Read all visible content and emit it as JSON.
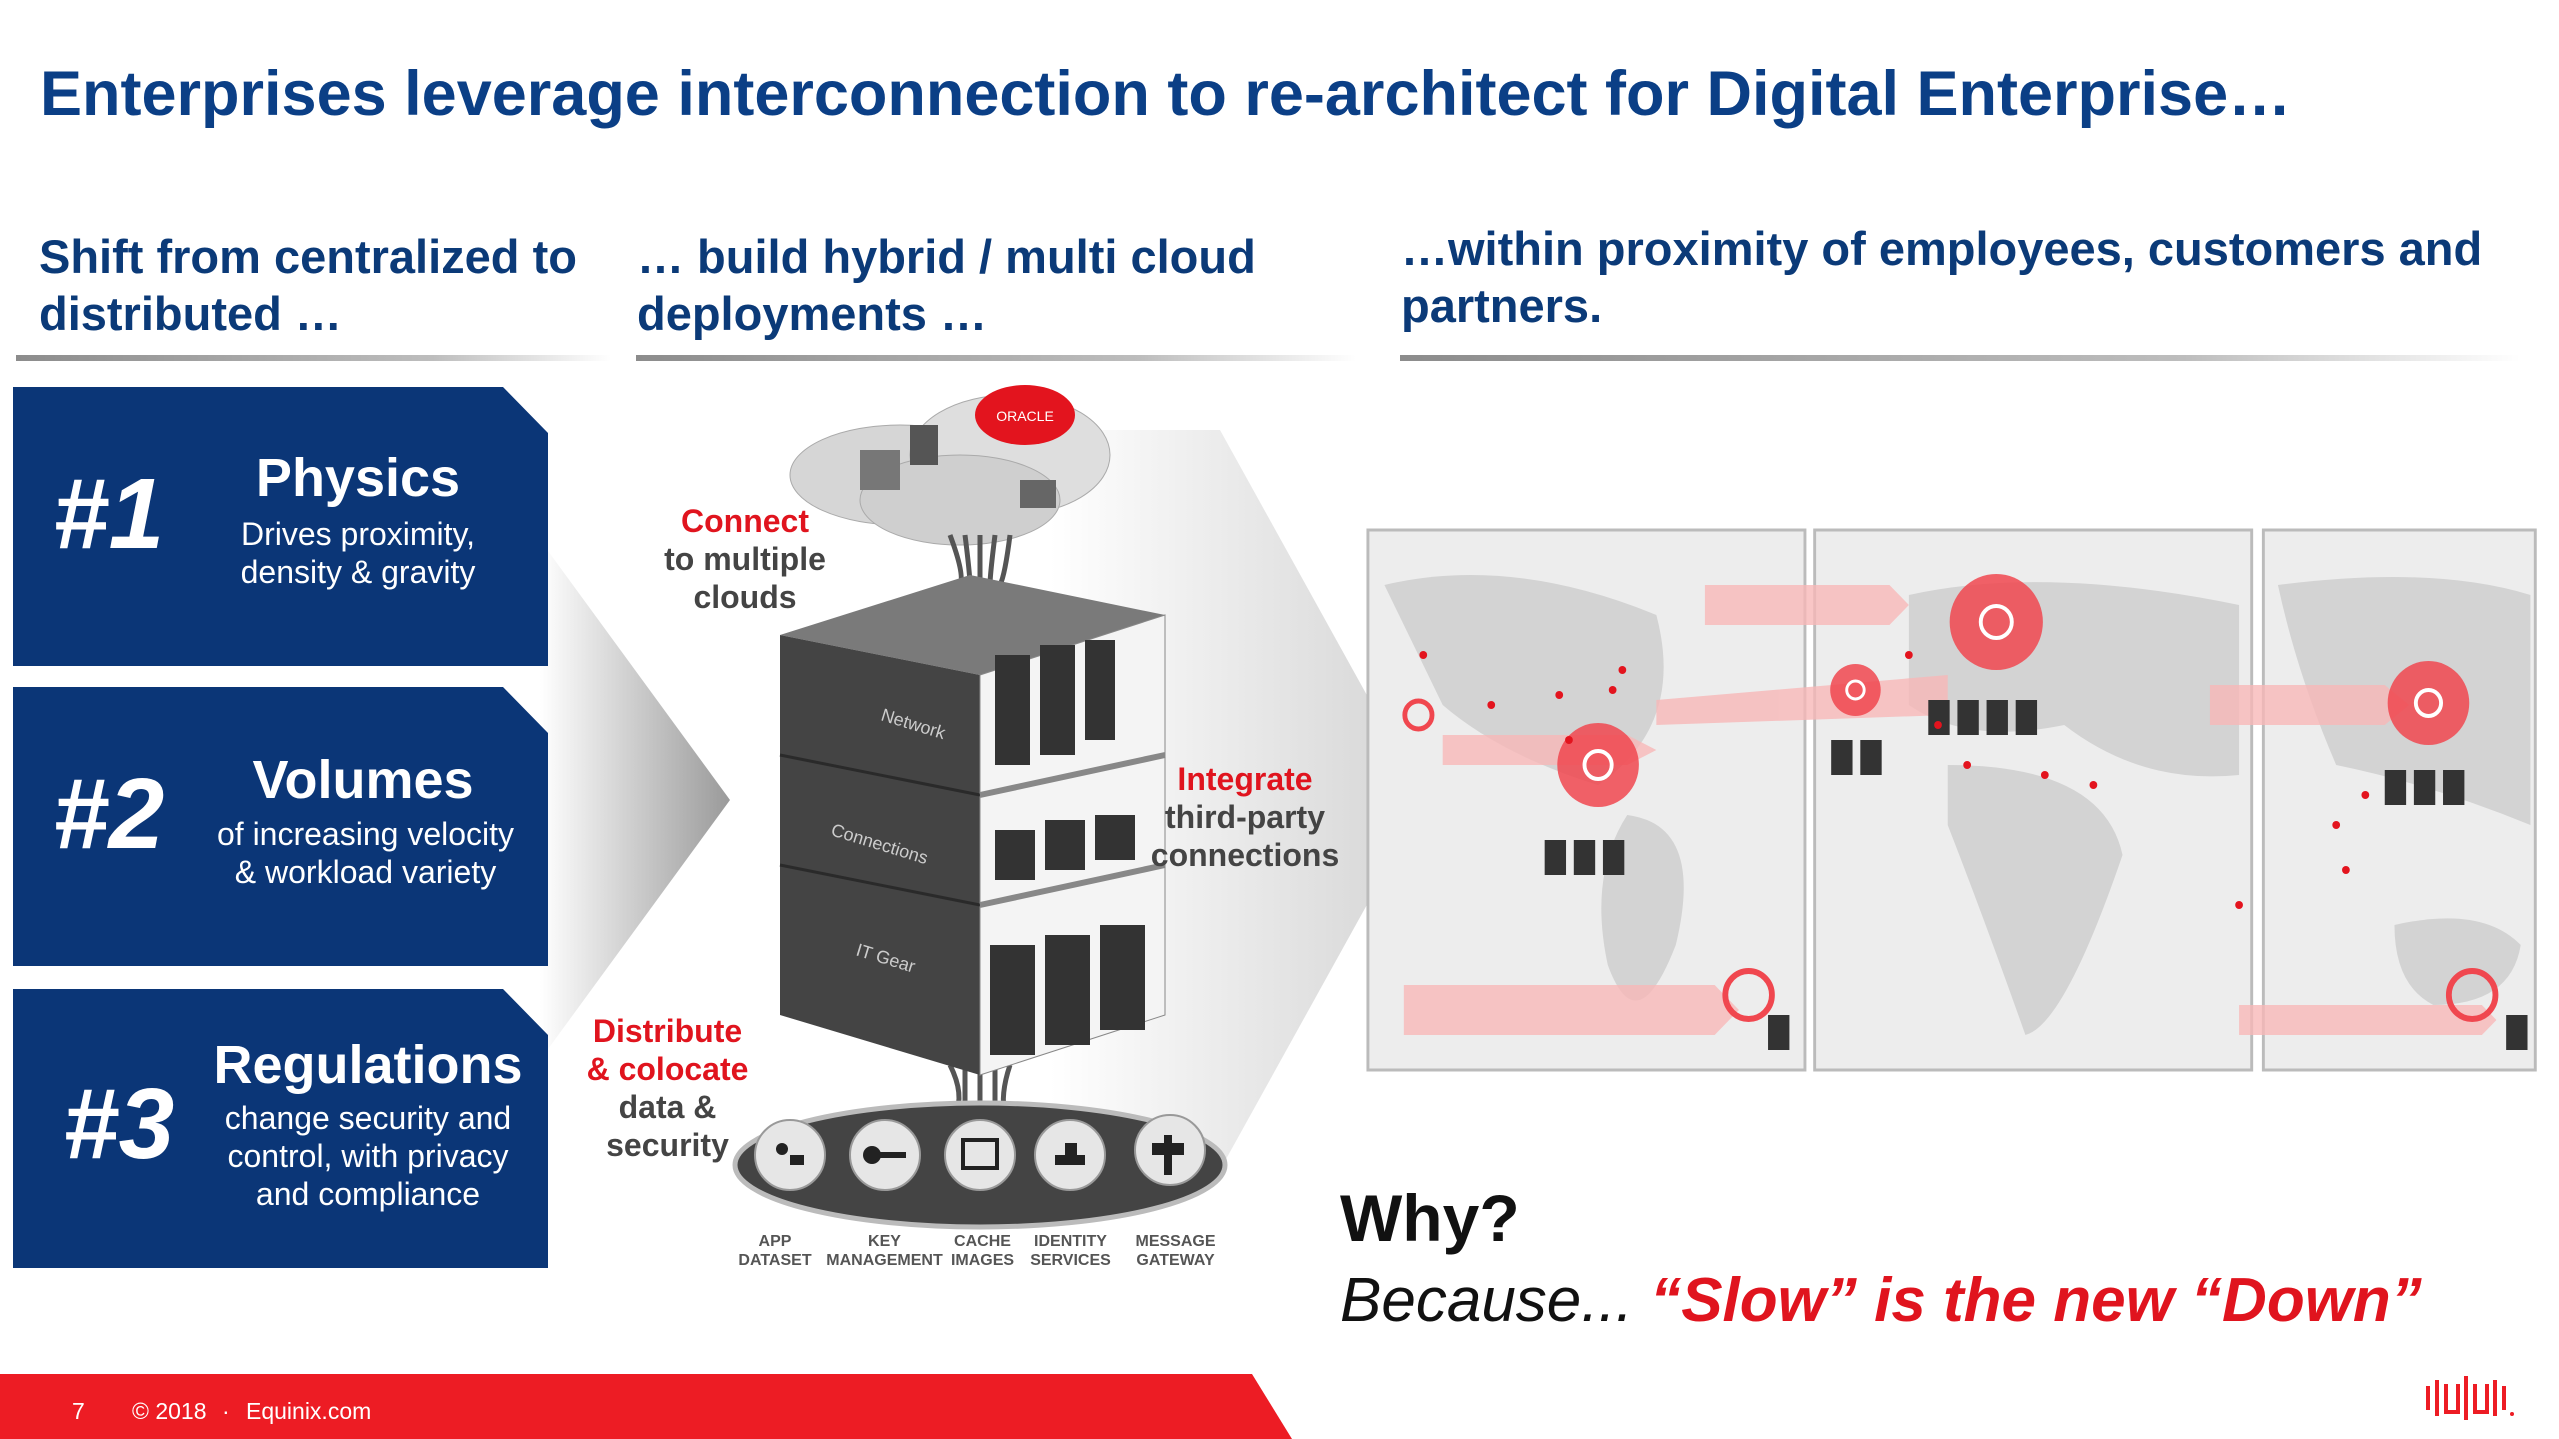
{
  "title": "Enterprises leverage interconnection to re-architect for Digital Enterprise…",
  "columns": [
    {
      "line1": "Shift from centralized to",
      "line2": "distributed …"
    },
    {
      "line1": "… build hybrid / multi cloud",
      "line2": "deployments …"
    },
    {
      "line1": "…within proximity of employees, customers and",
      "line2": "partners."
    }
  ],
  "drivers": [
    {
      "num": "#1",
      "head": "Physics",
      "sub1": "Drives proximity,",
      "sub2": "density & gravity",
      "sub3": ""
    },
    {
      "num": "#2",
      "head": "Volumes",
      "sub1": "of increasing velocity",
      "sub2": "& workload variety",
      "sub3": ""
    },
    {
      "num": "#3",
      "head": "Regulations",
      "sub1": "change security and",
      "sub2": "control, with privacy",
      "sub3": "and compliance"
    }
  ],
  "diagram": {
    "connect": {
      "red": "Connect",
      "l2": "to multiple",
      "l3": "clouds"
    },
    "integrate": {
      "red": "Integrate",
      "l2": "third-party",
      "l3": "connections"
    },
    "distribute": {
      "red1": "Distribute",
      "red2": "& colocate",
      "l3": "data &",
      "l4": "security"
    },
    "layers": [
      "Network",
      "Connections",
      "IT Gear"
    ],
    "cloud_badge": "ORACLE",
    "services": [
      {
        "l1": "APP",
        "l2": "DATASET",
        "icon": "gears-icon"
      },
      {
        "l1": "KEY",
        "l2": "MANAGEMENT",
        "icon": "key-icon"
      },
      {
        "l1": "CACHE",
        "l2": "IMAGES",
        "icon": "image-icon"
      },
      {
        "l1": "IDENTITY",
        "l2": "SERVICES",
        "icon": "lock-hand-icon"
      },
      {
        "l1": "MESSAGE",
        "l2": "GATEWAY",
        "icon": "signpost-icon"
      }
    ]
  },
  "why": {
    "question": "Why?",
    "because": "Because... ",
    "quote": "“Slow” is the new “Down”"
  },
  "footer": {
    "page": "7",
    "copyright": "© 2018",
    "dot": "·",
    "site": "Equinix.com"
  },
  "colors": {
    "brand_blue": "#0b3677",
    "accent_red": "#ed1c24",
    "title_blue": "#0b3f86"
  }
}
